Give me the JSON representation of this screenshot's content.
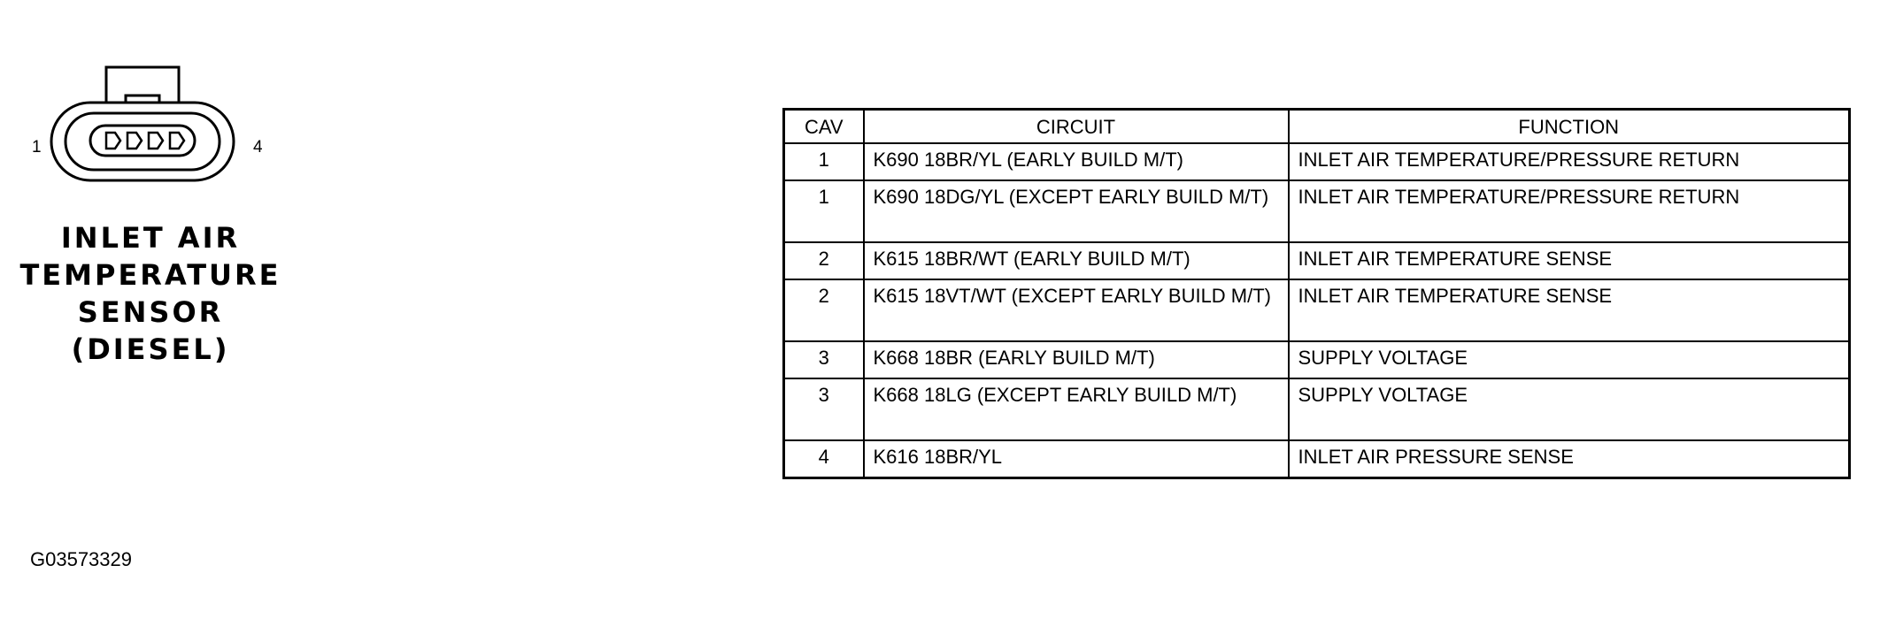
{
  "connector": {
    "pin_left_label": "1",
    "pin_right_label": "4",
    "title_lines": [
      "INLET AIR",
      "TEMPERATURE",
      "SENSOR",
      "(DIESEL)"
    ]
  },
  "figure_id": "G03573329",
  "table": {
    "headers": [
      "CAV",
      "CIRCUIT",
      "FUNCTION"
    ],
    "rows": [
      {
        "cav": "1",
        "circuit": "K690 18BR/YL (EARLY BUILD M/T)",
        "function": "INLET AIR TEMPERATURE/PRESSURE RETURN"
      },
      {
        "cav": "1",
        "circuit": "K690 18DG/YL (EXCEPT EARLY BUILD M/T)",
        "function": "INLET AIR TEMPERATURE/PRESSURE RETURN"
      },
      {
        "cav": "2",
        "circuit": "K615 18BR/WT (EARLY BUILD M/T)",
        "function": "INLET AIR TEMPERATURE SENSE"
      },
      {
        "cav": "2",
        "circuit": "K615 18VT/WT (EXCEPT EARLY BUILD M/T)",
        "function": "INLET AIR TEMPERATURE SENSE"
      },
      {
        "cav": "3",
        "circuit": "K668 18BR (EARLY BUILD M/T)",
        "function": "SUPPLY VOLTAGE"
      },
      {
        "cav": "3",
        "circuit": "K668 18LG (EXCEPT EARLY BUILD M/T)",
        "function": "SUPPLY VOLTAGE"
      },
      {
        "cav": "4",
        "circuit": "K616 18BR/YL",
        "function": "INLET AIR PRESSURE SENSE"
      }
    ]
  }
}
